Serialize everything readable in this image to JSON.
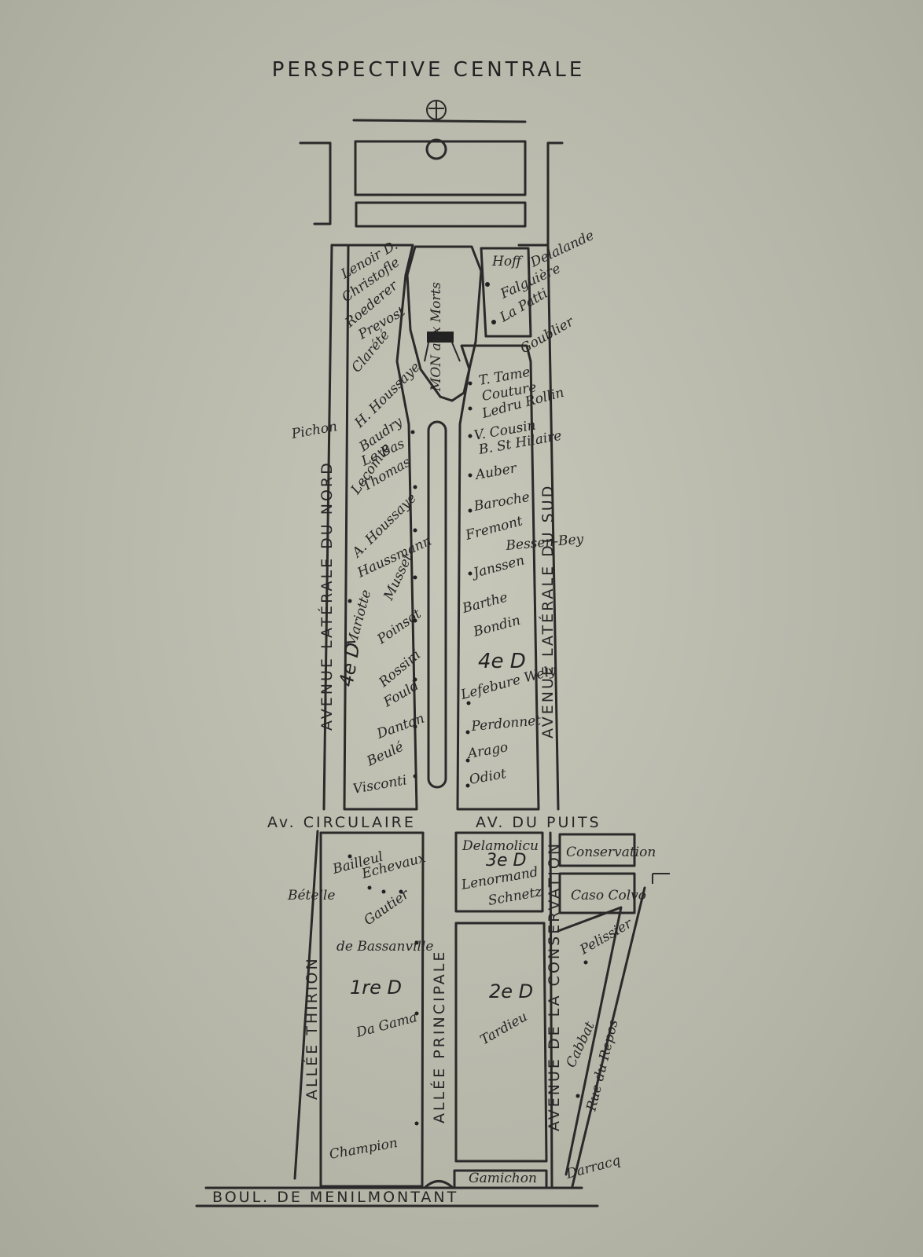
{
  "title": "PERSPECTIVE CENTRALE",
  "streets": {
    "boulevard": "BOUL. DE MENILMONTANT",
    "allee_principale": "ALLÉE PRINCIPALE",
    "allee_thirion": "ALLÉE THIRION",
    "av_circulaire": "Av. CIRCULAIRE",
    "av_puits": "AV. DU PUITS",
    "av_laterale_nord": "AVENUE LATÉRALE DU NORD",
    "av_laterale_sud": "AVENUE LATÉRALE DU SUD",
    "av_conservation": "AVENUE DE LA CONSERVATION",
    "rue_repos": "Rue du Repos"
  },
  "divisions": {
    "d4_left": "4e D",
    "d4_right": "4e D",
    "d3": "3e D",
    "d2": "2e D",
    "d1": "1re D"
  },
  "monument": "MON aux Morts",
  "buildings": {
    "conservation": "Conservation",
    "caveau": "Caso Colvo"
  },
  "graves": {
    "north_block": [
      "Lenoir D.",
      "Christofle",
      "Roederer",
      "Prevost",
      "Clarété",
      "H. Houssaye",
      "Baudry",
      "Le Bas",
      "Lecomte",
      "Thomas",
      "A. Houssaye",
      "Haussmann",
      "Musset",
      "Mariotte",
      "Poinsot",
      "Rossini",
      "Fould",
      "Dantan",
      "Beulé",
      "Visconti"
    ],
    "south_block": [
      "Hoff",
      "Delalande",
      "Falguière",
      "La Patti",
      "Goublier",
      "T. Tame",
      "Couture",
      "Ledru Rollin",
      "V. Cousin",
      "B. St Hilaire",
      "Auber",
      "Baroche",
      "Fremont",
      "Janssen",
      "Barthe",
      "Bondin",
      "Lefebure Wely",
      "Perdonnet",
      "Arago",
      "Odiot"
    ],
    "outside": [
      "Pichon",
      "Bessen-Bey"
    ],
    "d1_block": [
      "Bailleul",
      "Echevaux",
      "Bételle",
      "Gautier",
      "de Bassanville",
      "Da Gama",
      "Champion"
    ],
    "d3_block": [
      "Delamolicu",
      "Lenormand",
      "Schnetz"
    ],
    "d2_block": [
      "Tardieu",
      "Pelissier",
      "Cabbat",
      "Gamichon",
      "Darracq"
    ]
  }
}
